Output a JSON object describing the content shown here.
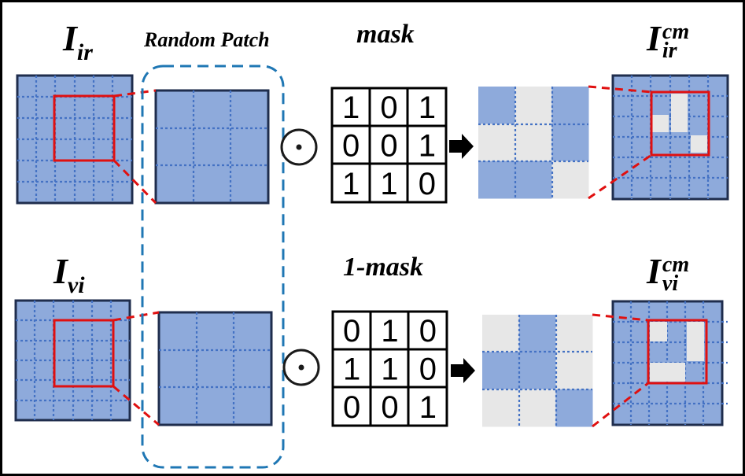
{
  "labels": {
    "ir_main": "I",
    "ir_sub": "ir",
    "vi_main": "I",
    "vi_sub": "vi",
    "random_patch": "Random Patch",
    "mask": "mask",
    "one_minus_mask": "1-mask",
    "cm_ir_main": "I",
    "cm_ir_sup": "cm",
    "cm_ir_sub": "ir",
    "cm_vi_main": "I",
    "cm_vi_sup": "cm",
    "cm_vi_sub": "vi"
  },
  "operator_symbol": "⊙",
  "mask_matrix": [
    [
      1,
      0,
      1
    ],
    [
      0,
      0,
      1
    ],
    [
      1,
      1,
      0
    ]
  ],
  "inverse_mask_matrix": [
    [
      0,
      1,
      0
    ],
    [
      1,
      1,
      0
    ],
    [
      0,
      0,
      1
    ]
  ],
  "colors": {
    "patch_fill": "#8eaadb",
    "grid_line": "#4472c4",
    "tile_border": "#1f2d4d",
    "highlight_box": "#e01010",
    "dashed_group": "#1f77b4",
    "masked_cell": "#e7e7e7",
    "frame": "#000000"
  }
}
